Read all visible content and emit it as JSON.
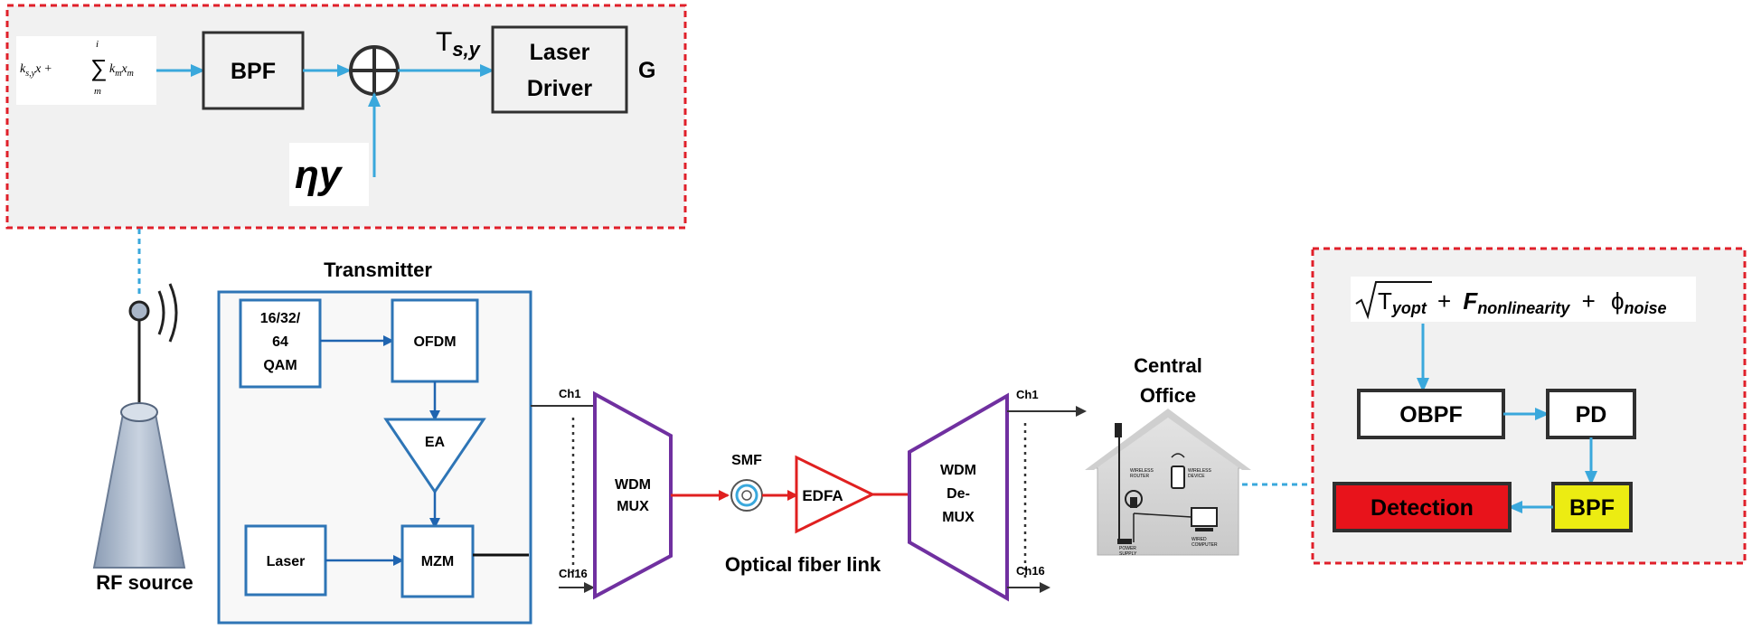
{
  "colors": {
    "arrow_blue": "#3aa8dc",
    "dark_blue": "#1f64b0",
    "box_border_blue": "#2e75b6",
    "red_dashed": "#e0202a",
    "purple": "#7030a0",
    "red_line": "#e02020",
    "detection_fill": "#e8131b",
    "bpf_fill": "#ecec12",
    "panel_fill": "#f1f1f1"
  },
  "top_panel": {
    "input_expr": {
      "k": "k",
      "k_sub": "s,y",
      "x": "x",
      "plus": "+",
      "sigma": "∑",
      "upper_limit": "i",
      "lower_limit": "m",
      "km": "k",
      "km_sub": "m",
      "xm": "x",
      "xm_sub": "m"
    },
    "bpf": "BPF",
    "ts_main": "T",
    "ts_sub": "s,y",
    "laser_driver_line1": "Laser",
    "laser_driver_line2": "Driver",
    "g_label": "G",
    "eta_y": "ηy"
  },
  "rf_source": {
    "label": "RF source"
  },
  "transmitter": {
    "title": "Transmitter",
    "qam_lines": [
      "16/32/",
      "64",
      "QAM"
    ],
    "ofdm": "OFDM",
    "ea": "EA",
    "laser": "Laser",
    "mzm": "MZM"
  },
  "mux": {
    "ch1": "Ch1",
    "ch16": "Ch16",
    "line1": "WDM",
    "line2": "MUX"
  },
  "link": {
    "smf": "SMF",
    "edfa": "EDFA",
    "caption": "Optical fiber link"
  },
  "demux": {
    "ch1": "Ch1",
    "ch16": "Ch16",
    "line1": "WDM",
    "line2": "De-",
    "line3": "MUX"
  },
  "central_office": {
    "line1": "Central",
    "line2": "Office",
    "router_label_line1": "WIRELESS",
    "router_label_line2": "ROUTER",
    "device_label_line1": "WIRELESS",
    "device_label_line2": "DEVICE",
    "power_label_line1": "POWER",
    "power_label_line2": "SUPPLY",
    "computer_label_line1": "WIRED",
    "computer_label_line2": "COMPUTER"
  },
  "receiver_panel": {
    "sqrt_main": "T",
    "sqrt_sub": "yopt",
    "plus1": "+",
    "f_main": "F",
    "f_sub": "nonlinearity",
    "plus2": "+",
    "phi_main": "ϕ",
    "phi_sub": "noise",
    "obpf": "OBPF",
    "pd": "PD",
    "bpf": "BPF",
    "detection": "Detection"
  }
}
